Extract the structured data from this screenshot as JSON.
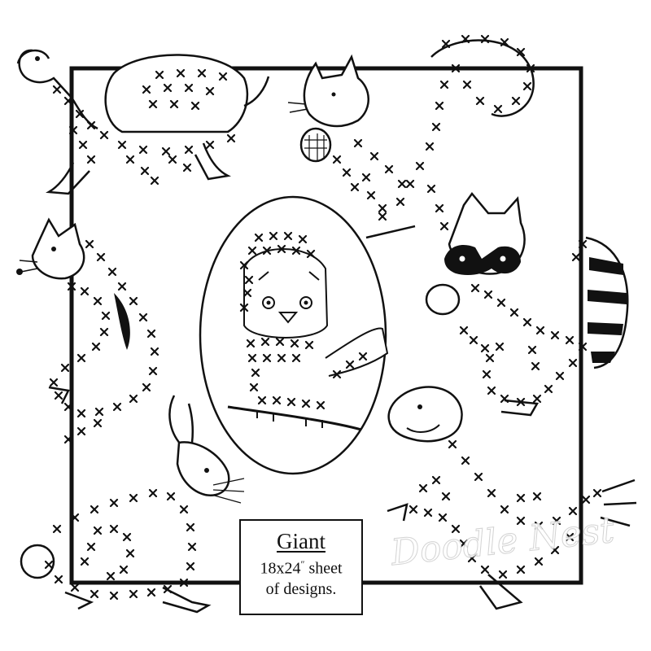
{
  "label": {
    "title": "Giant",
    "size_number_1": "18",
    "size_sep": "x",
    "size_number_2": "24",
    "inch_mark": "″",
    "size_rest": " sheet",
    "line3": "of designs."
  },
  "watermark": {
    "text": "Doodle Nest"
  },
  "animals": [
    "turtle",
    "squirrel",
    "chipmunk",
    "owl",
    "raccoon",
    "rabbit",
    "seal"
  ],
  "colors": {
    "ink": "#111111",
    "background": "#ffffff",
    "watermark": "#cfcfcf"
  }
}
